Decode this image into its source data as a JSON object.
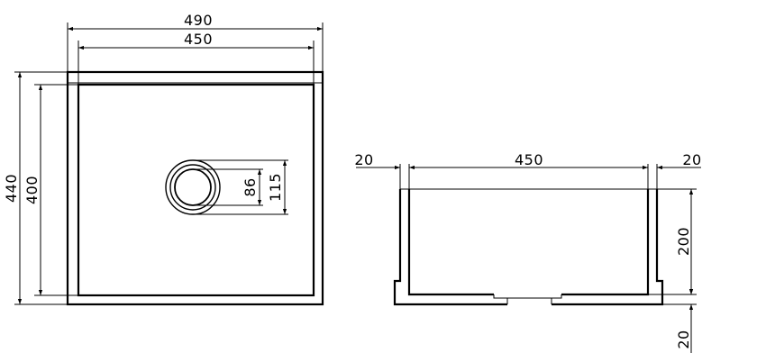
{
  "plan_view": {
    "overall_width": "490",
    "inner_width": "450",
    "overall_depth": "440",
    "inner_depth": "400",
    "drain_inner_diameter": "86",
    "drain_outer_diameter": "115"
  },
  "side_view": {
    "left_rim": "20",
    "inner_width": "450",
    "right_rim": "20",
    "depth": "200",
    "base": "20"
  }
}
